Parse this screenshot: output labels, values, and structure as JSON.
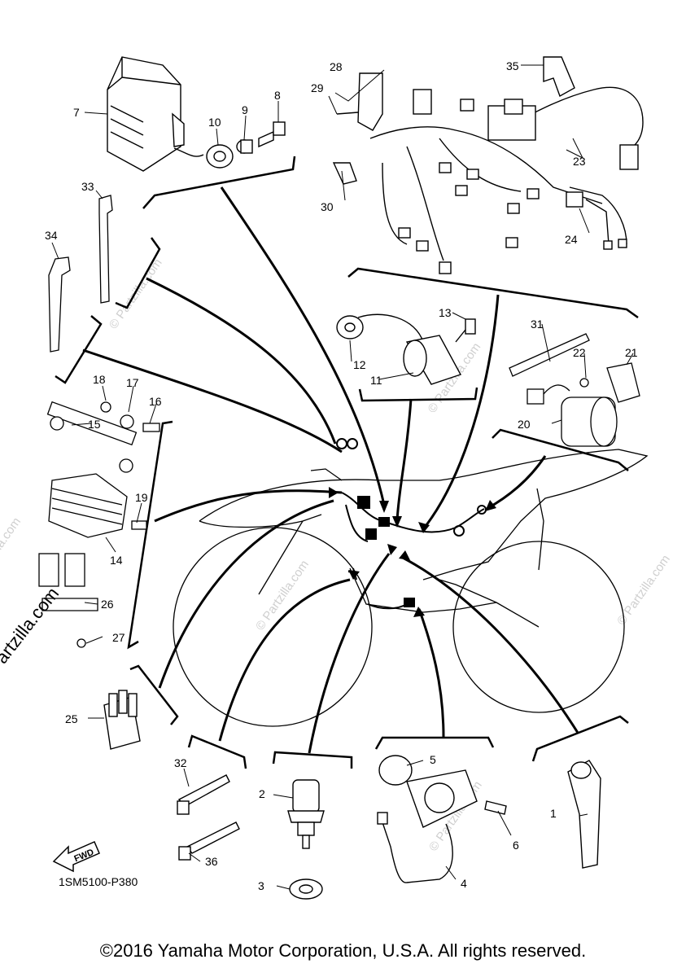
{
  "callouts": {
    "c1": "1",
    "c2": "2",
    "c3": "3",
    "c4": "4",
    "c5": "5",
    "c6": "6",
    "c7": "7",
    "c8": "8",
    "c9": "9",
    "c10": "10",
    "c11": "11",
    "c12": "12",
    "c13": "13",
    "c14": "14",
    "c15": "15",
    "c16": "16",
    "c17": "17",
    "c18": "18",
    "c19": "19",
    "c20": "20",
    "c21": "21",
    "c22": "22",
    "c23": "23",
    "c24": "24",
    "c25": "25",
    "c26": "26",
    "c27": "27",
    "c28": "28",
    "c29": "29",
    "c30": "30",
    "c31": "31",
    "c32": "32",
    "c33": "33",
    "c34": "34",
    "c35": "35",
    "c36": "36"
  },
  "fwd_label": "FWD",
  "reference_code": "1SM5100-P380",
  "watermark": "© Partzilla.com",
  "side_watermark": "© Partzilla.com",
  "copyright": "©2016 Yamaha Motor Corporation, U.S.A. All rights reserved."
}
